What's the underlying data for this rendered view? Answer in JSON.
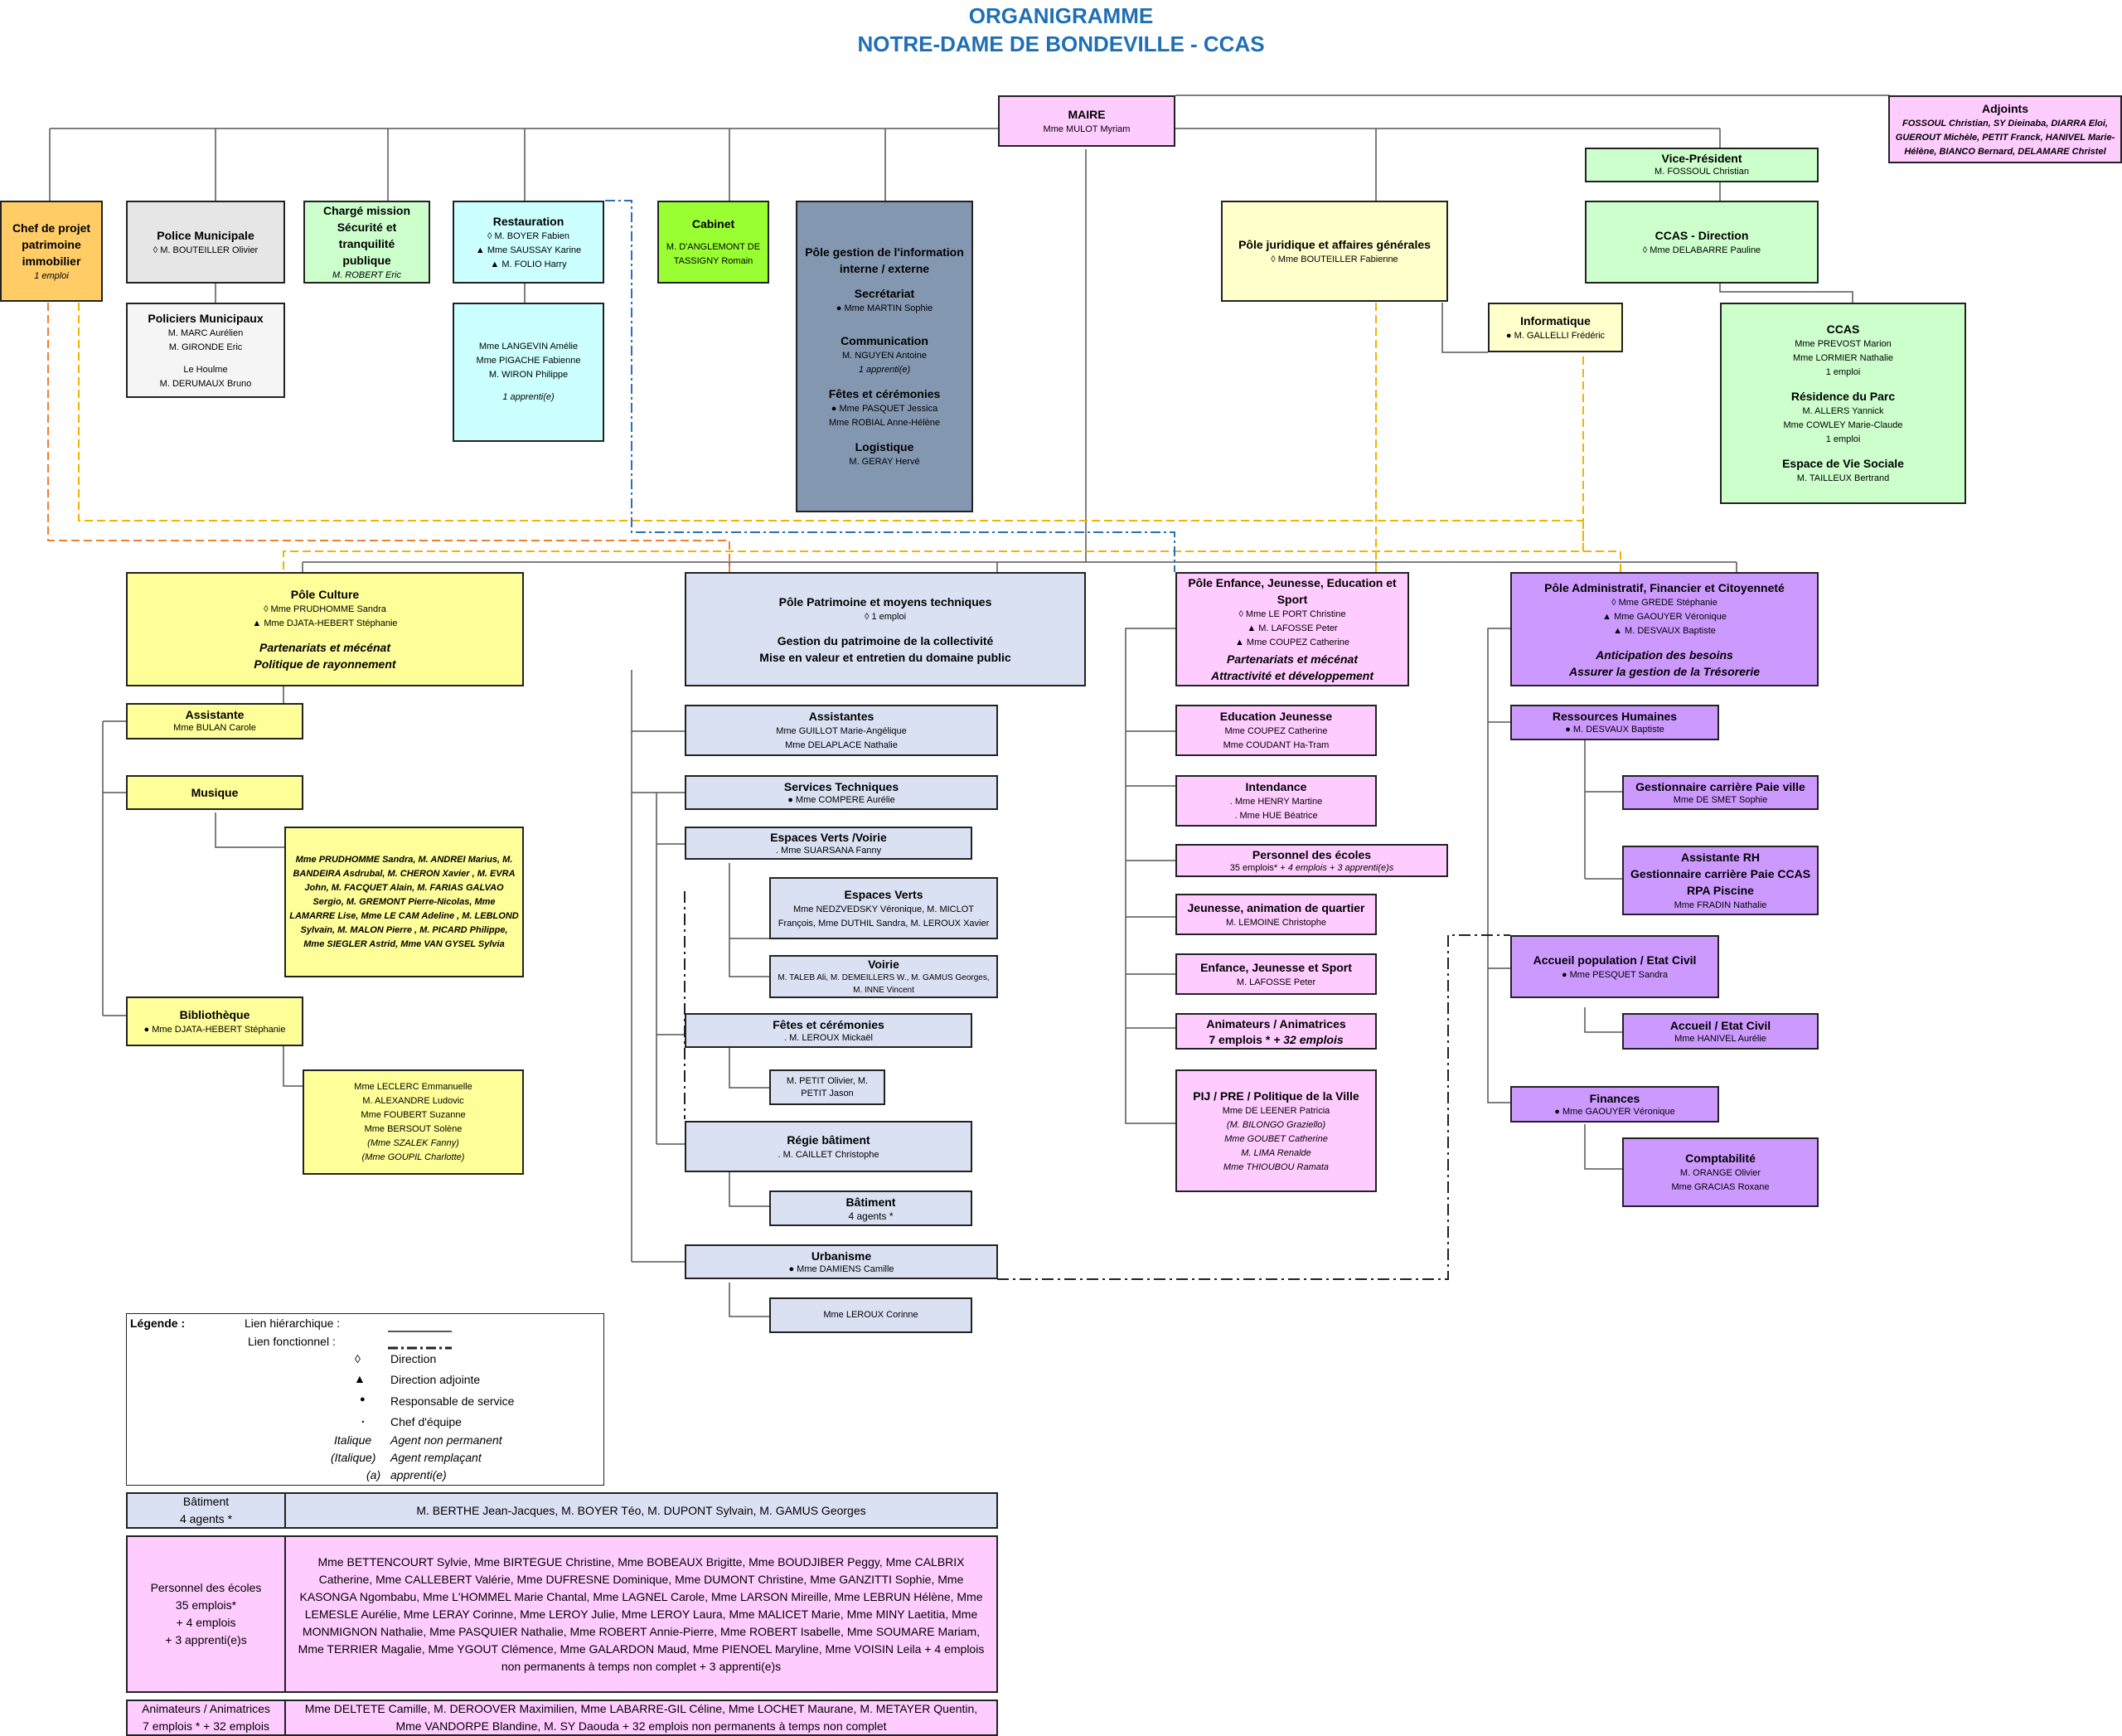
{
  "title": {
    "line1": "ORGANIGRAMME",
    "line2": "NOTRE-DAME DE BONDEVILLE - CCAS"
  },
  "maire": {
    "title": "MAIRE",
    "name": "Mme MULOT Myriam"
  },
  "adjoints": {
    "title": "Adjoints",
    "names": "FOSSOUL Christian, SY Dieinaba, DIARRA Eloi, GUEROUT Michèle, PETIT Franck, HANIVEL Marie-Hélène, BIANCO Bernard, DELAMARE Christel"
  },
  "chef_projet": {
    "l1": "Chef de projet",
    "l2": "patrimoine",
    "l3": "immobilier",
    "l4": "1 emploi"
  },
  "police": {
    "title": "Police Municipale",
    "name": "◊ M. BOUTEILLER Olivier"
  },
  "policiers": {
    "title": "Policiers Municipaux",
    "n1": "M. MARC Aurélien",
    "n2": "M. GIRONDE Eric",
    "n3": "Le Houlme",
    "n4": "M. DERUMAUX Bruno"
  },
  "charge_mission": {
    "l1": "Chargé mission",
    "l2": "Sécurité et tranquilité",
    "l3": "publique",
    "name": "M. ROBERT Eric"
  },
  "restauration": {
    "title": "Restauration",
    "n1": "◊ M. BOYER Fabien",
    "n2": "▲ Mme SAUSSAY Karine",
    "n3": "▲ M. FOLIO Harry"
  },
  "resto_staff": {
    "n1": "Mme LANGEVIN Amélie",
    "n2": "Mme PIGACHE Fabienne",
    "n3": "M. WIRON Philippe",
    "n4": "1 apprenti(e)"
  },
  "cabinet": {
    "title": "Cabinet",
    "n1": "M. D'ANGLEMONT DE",
    "n2": "TASSIGNY Romain"
  },
  "pole_info": {
    "t1": "Pôle gestion de l'information",
    "t2": "interne / externe",
    "s1": "Secrétariat",
    "s1n": "● Mme MARTIN Sophie",
    "s2": "Communication",
    "s2n1": "M. NGUYEN Antoine",
    "s2n2": "1 apprenti(e)",
    "s3": "Fêtes et cérémonies",
    "s3n1": "● Mme PASQUET Jessica",
    "s3n2": "Mme ROBIAL Anne-Hélène",
    "s4": "Logistique",
    "s4n": "M. GERAY Hervé"
  },
  "pole_juridique": {
    "title": "Pôle juridique et affaires générales",
    "name": "◊ Mme BOUTEILLER Fabienne"
  },
  "informatique": {
    "title": "Informatique",
    "name": "● M. GALLELLI Frédéric"
  },
  "vice_president": {
    "title": "Vice-Président",
    "name": "M. FOSSOUL Christian"
  },
  "ccas_direction": {
    "title": "CCAS - Direction",
    "name": "◊ Mme DELABARRE Pauline"
  },
  "ccas": {
    "title": "CCAS",
    "n1": "Mme PREVOST Marion",
    "n2": "Mme LORMIER Nathalie",
    "n3": "1 emploi",
    "t2": "Résidence du Parc",
    "n4": "M. ALLERS Yannick",
    "n5": "Mme COWLEY Marie-Claude",
    "n6": "1 emploi",
    "t3": "Espace de Vie Sociale",
    "n7": "M. TAILLEUX Bertrand"
  },
  "pole_culture": {
    "title": "Pôle Culture",
    "n1": "◊ Mme PRUDHOMME Sandra",
    "n2": "▲ Mme DJATA-HEBERT Stéphanie",
    "i1": "Partenariats et mécénat",
    "i2": "Politique de rayonnement"
  },
  "assistante": {
    "title": "Assistante",
    "name": "Mme BULAN Carole"
  },
  "musique": {
    "title": "Musique"
  },
  "musique_staff": {
    "text": "Mme PRUDHOMME Sandra, M. ANDREI Marius, M. BANDEIRA Asdrubal, M. CHERON Xavier , M. EVRA John, M. FACQUET Alain, M. FARIAS GALVAO Sergio, M. GREMONT Pierre-Nicolas, Mme LAMARRE Lise, Mme LE CAM Adeline , M. LEBLOND Sylvain, M. MALON Pierre , M. PICARD Philippe, Mme SIEGLER Astrid, Mme VAN GYSEL Sylvia"
  },
  "bibliotheque": {
    "title": "Bibliothèque",
    "name": "● Mme DJATA-HEBERT Stéphanie"
  },
  "biblio_staff": {
    "n1": "Mme LECLERC Emmanuelle",
    "n2": "M. ALEXANDRE Ludovic",
    "n3": "Mme FOUBERT Suzanne",
    "n4": "Mme BERSOUT Solène",
    "n5": "(Mme SZALEK Fanny)",
    "n6": "(Mme GOUPIL Charlotte)"
  },
  "pole_patrimoine": {
    "title": "Pôle Patrimoine et moyens techniques",
    "n1": "◊ 1 emploi",
    "l1": "Gestion du patrimoine de la collectivité",
    "l2": "Mise en valeur et entretien du domaine public"
  },
  "assistantes": {
    "title": "Assistantes",
    "n1": "Mme GUILLOT Marie-Angélique",
    "n2": "Mme DELAPLACE Nathalie"
  },
  "services_tech": {
    "title": "Services Techniques",
    "name": "● Mme COMPERE Aurélie"
  },
  "espaces_verts_voirie": {
    "title": "Espaces Verts /Voirie",
    "name": ". Mme SUARSANA Fanny"
  },
  "espaces_verts": {
    "title": "Espaces Verts",
    "n1": "Mme NEDZVEDSKY Véronique, M. MICLOT",
    "n2": "François, Mme DUTHIL Sandra, M. LEROUX Xavier"
  },
  "voirie": {
    "title": "Voirie",
    "n1": "M. TALEB Ali, M. DEMEILLERS W., M. GAMUS Georges,",
    "n2": "M. INNE Vincent"
  },
  "fetes": {
    "title": "Fêtes et cérémonies",
    "name": ". M. LEROUX Mickaël"
  },
  "fetes_staff": {
    "n1": "M. PETIT Olivier, M.",
    "n2": "PETIT Jason"
  },
  "regie": {
    "title": "Régie bâtiment",
    "name": ". M. CAILLET Christophe"
  },
  "batiment": {
    "title": "Bâtiment",
    "n1": "4 agents *"
  },
  "urbanisme": {
    "title": "Urbanisme",
    "name": "● Mme DAMIENS Camille"
  },
  "urba_staff": {
    "name": "Mme LEROUX Corinne"
  },
  "pole_enfance": {
    "title": "Pôle Enfance, Jeunesse, Education et Sport",
    "n1": "◊ Mme LE PORT Christine",
    "n2": "▲ M. LAFOSSE Peter",
    "n3": "▲ Mme COUPEZ Catherine",
    "i1": "Partenariats et mécénat",
    "i2": "Attractivité et développement"
  },
  "educ_jeunesse": {
    "title": "Education Jeunesse",
    "n1": "Mme COUPEZ Catherine",
    "n2": "Mme COUDANT Ha-Tram"
  },
  "intendance": {
    "title": "Intendance",
    "n1": ". Mme HENRY Martine",
    "n2": ". Mme HUE Béatrice"
  },
  "personnel_ecoles": {
    "title": "Personnel des écoles",
    "n1": "35 emplois*",
    "n2": "+ 4 emplois + 3 apprenti(e)s"
  },
  "jeunesse_anim": {
    "title": "Jeunesse, animation de quartier",
    "name": "M. LEMOINE Christophe"
  },
  "enfance_sport": {
    "title": "Enfance, Jeunesse et Sport",
    "name": "M. LAFOSSE Peter"
  },
  "animateurs": {
    "title": "Animateurs / Animatrices",
    "n1": "7 emplois *",
    "n2": "+ 32 emplois"
  },
  "pij": {
    "title": "PIJ / PRE / Politique de la Ville",
    "n1": "Mme DE LEENER Patricia",
    "n2": "(M. BILONGO Graziello)",
    "n3": "Mme GOUBET Catherine",
    "n4": "M. LIMA Renalde",
    "n5": "Mme THIOUBOU Ramata"
  },
  "pole_admin": {
    "title": "Pôle Administratif, Financier et Citoyenneté",
    "n1": "◊ Mme GREDE Stéphanie",
    "n2": "▲ Mme GAOUYER Véronique",
    "n3": "▲ M. DESVAUX Baptiste",
    "i1": "Anticipation des besoins",
    "i2": "Assurer la gestion de la Trésorerie"
  },
  "rh": {
    "title": "Ressources Humaines",
    "name": "● M. DESVAUX Baptiste"
  },
  "gest_carriere": {
    "title": "Gestionnaire carrière Paie ville",
    "name": "Mme DE SMET Sophie"
  },
  "assistante_rh": {
    "t1": "Assistante RH",
    "t2": "Gestionnaire carrière Paie CCAS",
    "t3": "RPA Piscine",
    "name": "Mme FRADIN Nathalie"
  },
  "accueil_pop": {
    "title": "Accueil population / Etat Civil",
    "name": "● Mme PESQUET Sandra"
  },
  "accueil_ec": {
    "title": "Accueil / Etat Civil",
    "name": "Mme HANIVEL Aurélie"
  },
  "finances": {
    "title": "Finances",
    "name": "● Mme GAOUYER Véronique"
  },
  "comptabilite": {
    "title": "Comptabilité",
    "n1": "M. ORANGE Olivier",
    "n2": "Mme GRACIAS Roxane"
  },
  "legend": {
    "title": "Légende :",
    "hier": "Lien hiérarchique :",
    "fonc": "Lien fonctionnel :",
    "s1": "◊",
    "l1": "Direction",
    "s2": "▲",
    "l2": "Direction adjointe",
    "s3": "●",
    "l3": "Responsable de service",
    "s4": ".",
    "l4": "Chef d'équipe",
    "s5": "Italique",
    "l5": "Agent non permanent",
    "s6": "(Italique)",
    "l6": "Agent remplaçant",
    "s7": "(a)",
    "l7": "apprenti(e)"
  },
  "table_batiment": {
    "l1": "Bâtiment",
    "l2": "4 agents *",
    "names": "M. BERTHE Jean-Jacques, M. BOYER Téo, M. DUPONT Sylvain, M. GAMUS Georges"
  },
  "table_ecoles": {
    "l1": "Personnel des écoles",
    "l2": "35 emplois*",
    "l3": "+ 4 emplois",
    "l4": "+ 3 apprenti(e)s",
    "names": "Mme BETTENCOURT Sylvie, Mme BIRTEGUE Christine, Mme BOBEAUX Brigitte, Mme BOUDJIBER Peggy, Mme CALBRIX Catherine, Mme CALLEBERT Valérie, Mme DUFRESNE Dominique, Mme DUMONT Christine, Mme GANZITTI Sophie, Mme KASONGA Ngombabu, Mme L'HOMMEL Marie Chantal, Mme LAGNEL Carole, Mme LARSON Mireille, Mme LEBRUN Hélène, Mme LEMESLE Aurélie, Mme LERAY Corinne, Mme LEROY Julie, Mme LEROY Laura, Mme MALICET Marie, Mme MINY Laetitia, Mme MONMIGNON Nathalie, Mme PASQUIER Nathalie, Mme ROBERT Annie-Pierre, Mme ROBERT Isabelle, Mme SOUMARE Mariam, Mme TERRIER Magalie, Mme YGOUT Clémence, Mme GALARDON Maud, Mme PIENOEL Maryline, Mme VOISIN Leila",
    "names_it": " + 4 emplois non permanents à temps non complet + 3 apprenti(e)s"
  },
  "table_anim": {
    "l1": "Animateurs / Animatrices",
    "l2": "7 emplois * + 32 emplois",
    "names": "Mme DELTETE Camille, M. DEROOVER Maximilien, Mme LABARRE-GIL Céline, Mme LOCHET Maurane, M. METAYER Quentin, Mme VANDORPE Blandine, M. SY Daouda",
    "names_it": " + 32 emplois non permanents à temps non complet"
  }
}
